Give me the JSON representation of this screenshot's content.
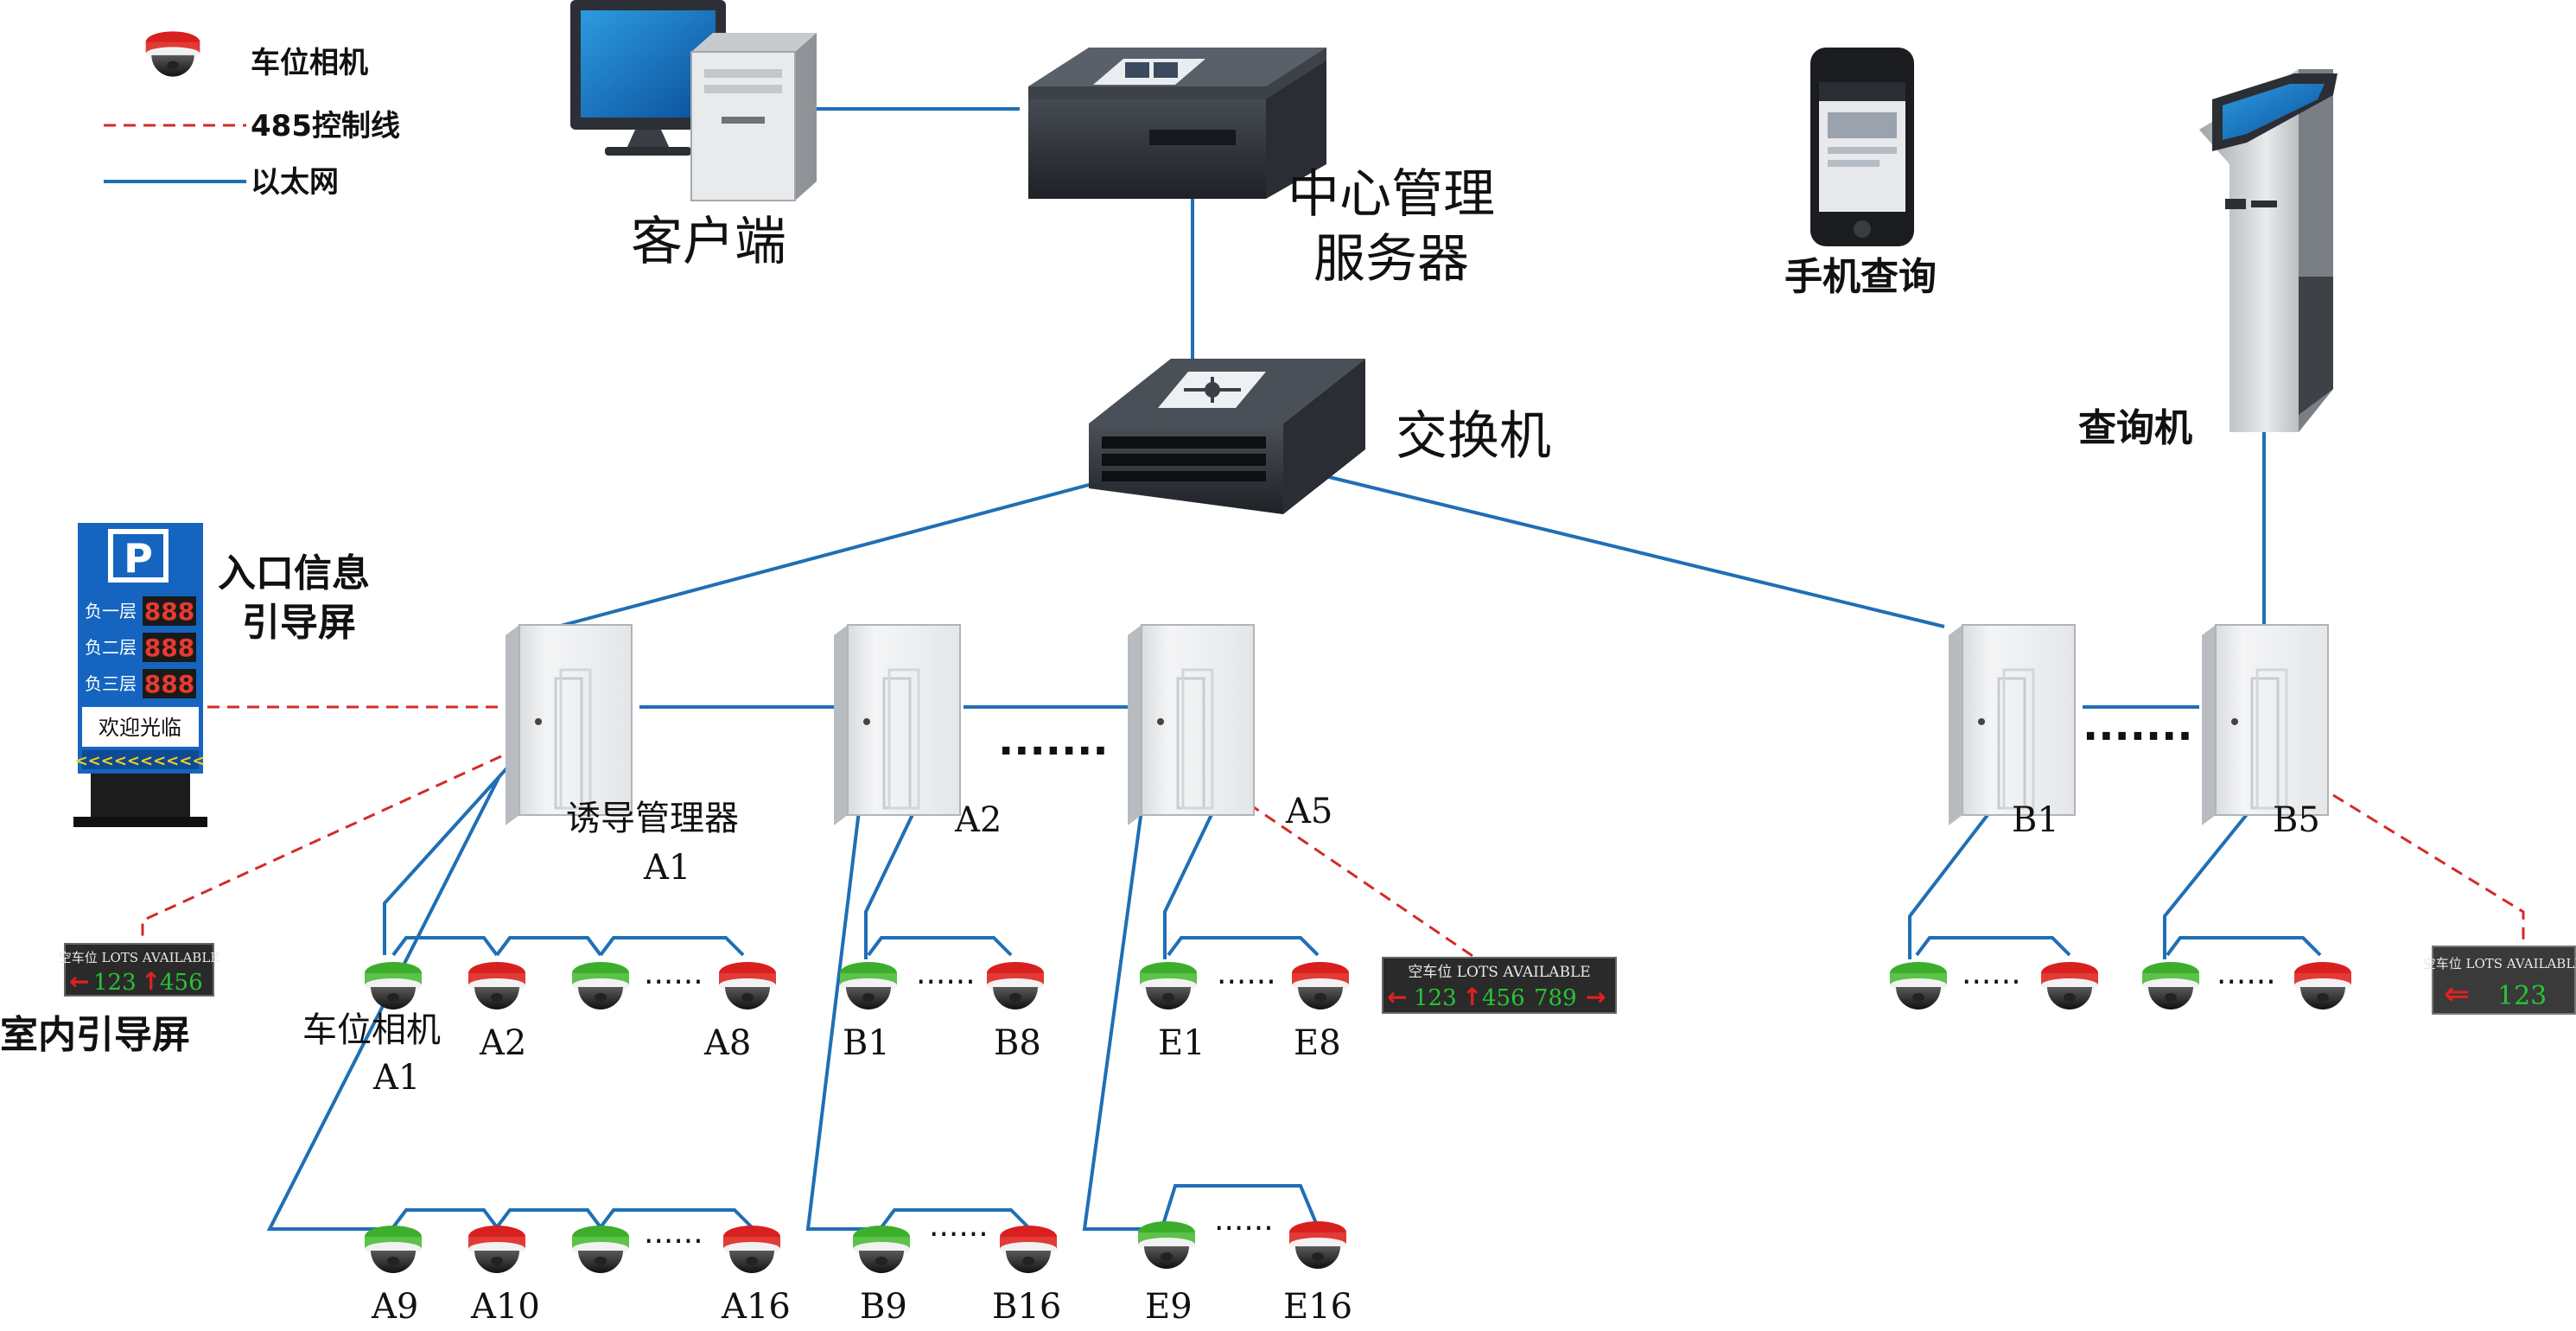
{
  "legend": {
    "camera_label": "车位相机",
    "rs485_label": "485控制线",
    "ethernet_label": "以太网"
  },
  "nodes": {
    "client": "客户端",
    "server_line1": "中心管理",
    "server_line2": "服务器",
    "switch": "交换机",
    "phone_query": "手机查询",
    "kiosk": "查询机",
    "entrance_line1": "入口信息",
    "entrance_line2": "引导屏",
    "indoor_screen": "室内引导屏",
    "manager_label": "诱导管理器",
    "manager_a1": "A1",
    "manager_a2": "A2",
    "manager_a5": "A5",
    "manager_b1": "B1",
    "manager_b5": "B5",
    "camera_label": "车位相机",
    "ellipsis_long": "·······",
    "ellipsis_short": "······"
  },
  "entrance_sign": {
    "parking_symbol": "P",
    "floors": [
      {
        "name": "负一层",
        "value": "888"
      },
      {
        "name": "负二层",
        "value": "888"
      },
      {
        "name": "负三层",
        "value": "888"
      }
    ],
    "welcome": "欢迎光临",
    "arrows": "<<<<<<<<<<"
  },
  "displays": {
    "header": "空车位 LOTS AVAILABLE",
    "indoor_values": [
      "123",
      "456"
    ],
    "a5_values": [
      "123",
      "456",
      "789"
    ],
    "b5_values": [
      "123"
    ]
  },
  "cameras": {
    "row1": [
      "A1",
      "A2",
      "A8",
      "B1",
      "B8",
      "E1",
      "E8"
    ],
    "row2": [
      "A9",
      "A10",
      "A16",
      "B9",
      "B16",
      "E9",
      "E16"
    ]
  },
  "colors": {
    "ethernet": "#1f6fb5",
    "rs485": "#d42a2a",
    "camera_occupied": "#d8201f",
    "camera_free": "#3cae2c",
    "sign_blue": "#1565c0"
  }
}
